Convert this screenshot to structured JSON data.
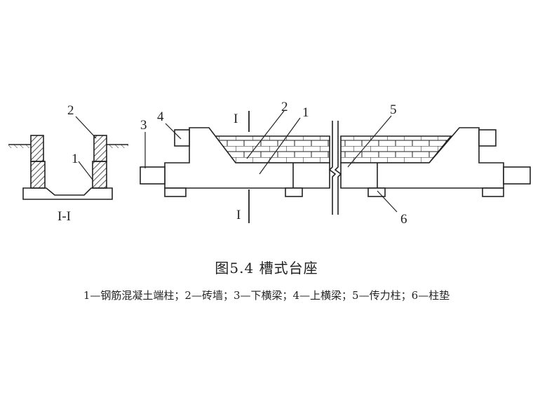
{
  "section_label": "I-I",
  "section_marks": [
    "I",
    "I"
  ],
  "part_numbers": [
    "1",
    "2",
    "3",
    "4",
    "5",
    "6"
  ],
  "figure_title": "图5.4  槽式台座",
  "legend": "1—钢筋混凝土端柱；2—砖墙；3—下横梁；4—上横梁；5—传力柱；6—柱垫",
  "colors": {
    "line": "#222222",
    "brick_fill": "#ffffff",
    "background": "#ffffff"
  }
}
